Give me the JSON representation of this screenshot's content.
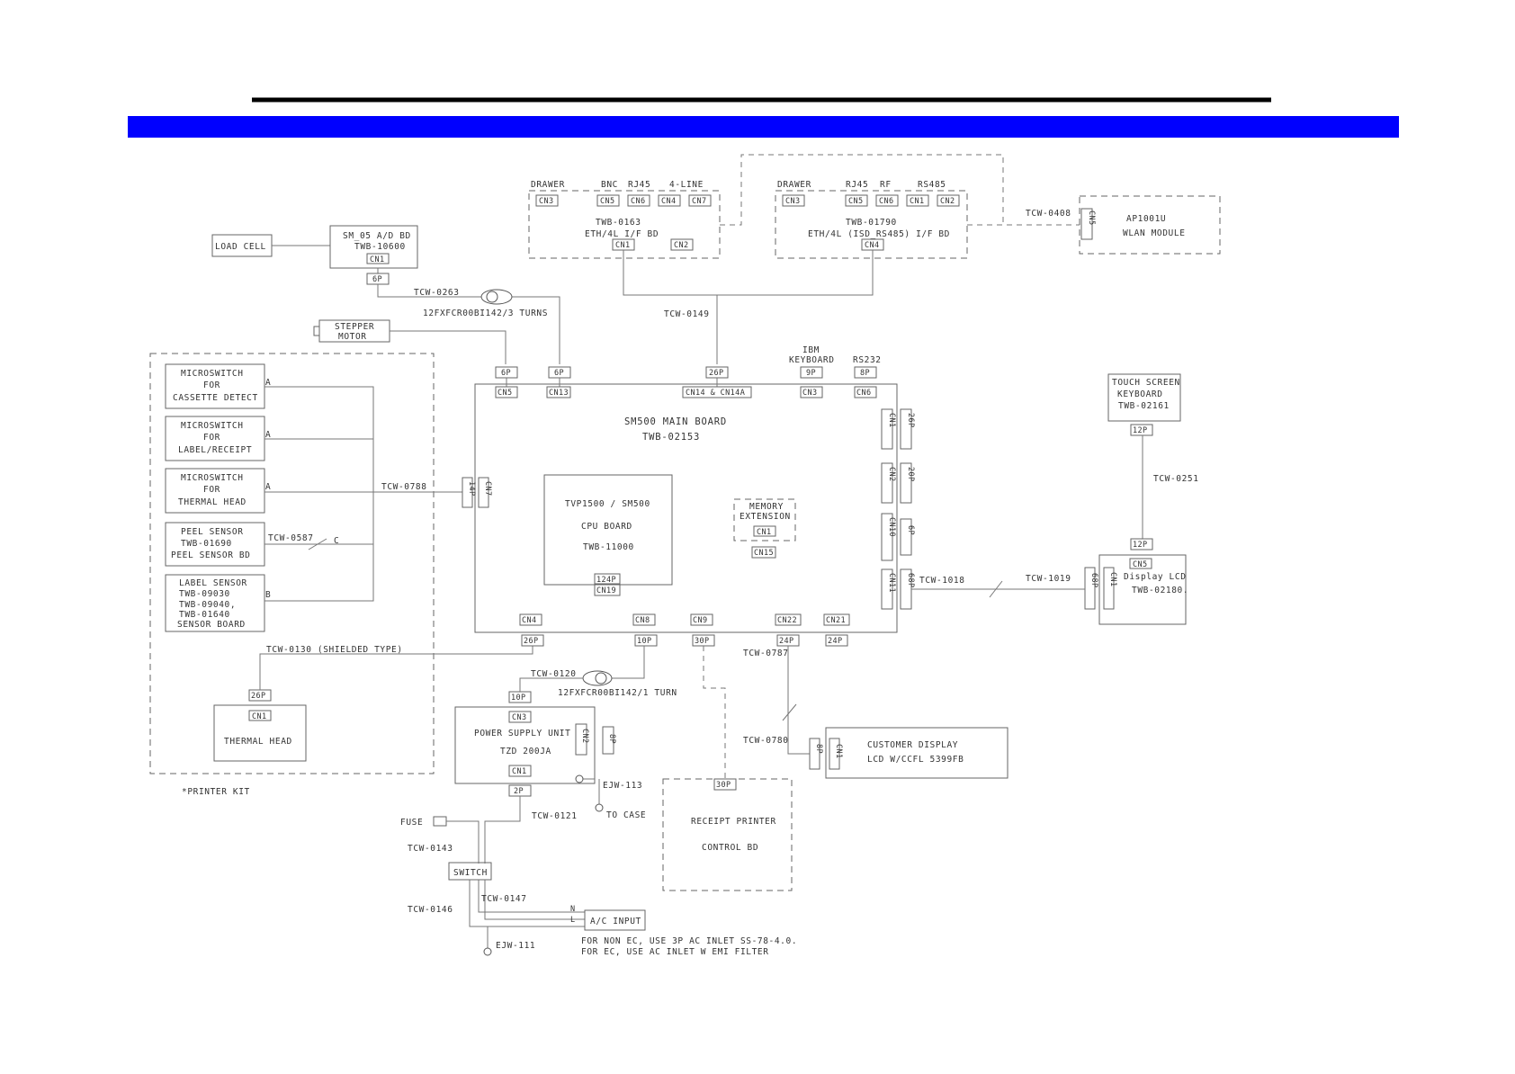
{
  "colors": {
    "header_band": "#0000ff",
    "top_rule": "#000000"
  },
  "boards": {
    "eth_if_left": {
      "labels": [
        "DRAWER",
        "BNC",
        "RJ45",
        "4-LINE"
      ],
      "connectors": [
        "CN3",
        "CN5",
        "CN6",
        "CN4",
        "CN7",
        "CN1",
        "CN2"
      ],
      "name": "TWB-0163",
      "title": "ETH/4L I/F BD"
    },
    "eth_if_right": {
      "labels": [
        "DRAWER",
        "RJ45",
        "RF",
        "RS485"
      ],
      "connectors": [
        "CN3",
        "CN5",
        "CN6",
        "CN1",
        "CN2",
        "CN4"
      ],
      "name": "TWB-01790",
      "title": "ETH/4L (ISD_RS485) I/F BD"
    },
    "wlan": {
      "cable": "TCW-0408",
      "connector": "CN5",
      "line1": "AP1001U",
      "line2": "WLAN MODULE"
    },
    "load_cell": "LOAD CELL",
    "ad_bd": {
      "line1": "SM_05 A/D BD",
      "line2": "TWB-10600",
      "cn": "CN1",
      "plug": "6P"
    },
    "stepper": {
      "line1": "STEPPER",
      "line2": "MOTOR"
    },
    "printer_kit": {
      "items": [
        {
          "lines": [
            "MICROSWITCH",
            "FOR",
            "CASSETTE DETECT"
          ],
          "tag": "A"
        },
        {
          "lines": [
            "MICROSWITCH",
            "FOR",
            "LABEL/RECEIPT"
          ],
          "tag": "A"
        },
        {
          "lines": [
            "MICROSWITCH",
            "FOR",
            "THERMAL HEAD"
          ],
          "tag": "A"
        },
        {
          "lines": [
            "PEEL SENSOR",
            "TWB-01690",
            "PEEL SENSOR BD"
          ],
          "tag": "C"
        },
        {
          "lines": [
            "LABEL SENSOR",
            "TWB-09030",
            "TWB-09040,",
            "TWB-01640",
            "SENSOR BOARD"
          ],
          "tag": "B"
        }
      ],
      "cable_main": "TCW-0788",
      "cable_peel": "TCW-0587",
      "cable_head": "TCW-0130 (SHIELDED TYPE)",
      "head_plug": "26P",
      "head_cn": "CN1",
      "head_label": "THERMAL HEAD",
      "kit_label": "*PRINTER KIT"
    },
    "main_board": {
      "title": "SM500 MAIN BOARD",
      "name": "TWB-02153",
      "top_plugs": [
        "6P",
        "6P",
        "26P",
        "9P",
        "8P"
      ],
      "top_cns": [
        "CN5",
        "CN13",
        "CN14 & CN14A",
        "CN3",
        "CN6"
      ],
      "ibm": [
        "IBM",
        "KEYBOARD"
      ],
      "rs232": "RS232",
      "right_cns": [
        "CN1",
        "CN2",
        "CN10",
        "CN11"
      ],
      "right_plugs": [
        "26P",
        "20P",
        "6P",
        "68P"
      ],
      "left_cn": "CN7",
      "left_plug": "14P",
      "bottom_cns": [
        "CN4",
        "CN8",
        "CN9",
        "CN22",
        "CN21"
      ],
      "bottom_plugs": [
        "26P",
        "10P",
        "30P",
        "24P",
        "24P"
      ]
    },
    "cpu": {
      "line1": "TVP1500 / SM500",
      "line2": "CPU BOARD",
      "line3": "TWB-11000",
      "plug": "124P",
      "cn": "CN19"
    },
    "memory": {
      "line1": "MEMORY",
      "line2": "EXTENSION",
      "cn": "CN1",
      "cn2": "CN15"
    },
    "touch": {
      "line1": "TOUCH SCREEN",
      "line2": "KEYBOARD",
      "line3": "TWB-02161",
      "plug_top": "12P",
      "cable": "TCW-0251",
      "plug_bot": "12P"
    },
    "lcd": {
      "cn_top": "CN5",
      "cn_side": "CN1",
      "line1": "Display LCD",
      "line2": "TWB-02180.",
      "plug": "68P"
    },
    "psu": {
      "plug_top": "10P",
      "cn3": "CN3",
      "line1": "POWER SUPPLY UNIT",
      "line2": "TZD 200JA",
      "cn2": "CN2",
      "side": "8P",
      "cn1": "CN1",
      "plug_bot": "2P"
    },
    "receipt": {
      "plug": "30P",
      "line1": "RECEIPT PRINTER",
      "line2": "CONTROL BD"
    },
    "customer": {
      "plug": "8P",
      "cn": "CN1",
      "line1": "CUSTOMER DISPLAY",
      "line2": "LCD W/CCFL 5399FB"
    },
    "power": {
      "fuse": "FUSE",
      "switch": "SWITCH",
      "ac": "A/C INPUT",
      "n": "N",
      "l": "L",
      "note1": "FOR NON EC, USE 3P AC INLET SS-78-4.0.",
      "note2": "FOR EC, USE AC INLET W EMI FILTER"
    }
  },
  "cables": {
    "c0263": "TCW-0263",
    "turns3": "12FXFCR00BI142/3 TURNS",
    "c0149": "TCW-0149",
    "c1018": "TCW-1018",
    "c1019": "TCW-1019",
    "c0120": "TCW-0120",
    "turn1": "12FXFCR00BI142/1 TURN",
    "c0787": "TCW-0787",
    "c0780": "TCW-0780",
    "c0113": "EJW-113",
    "to_case": "TO CASE",
    "c0121": "TCW-0121",
    "c0143": "TCW-0143",
    "c0147": "TCW-0147",
    "c0146": "TCW-0146",
    "ejw111": "EJW-111"
  }
}
